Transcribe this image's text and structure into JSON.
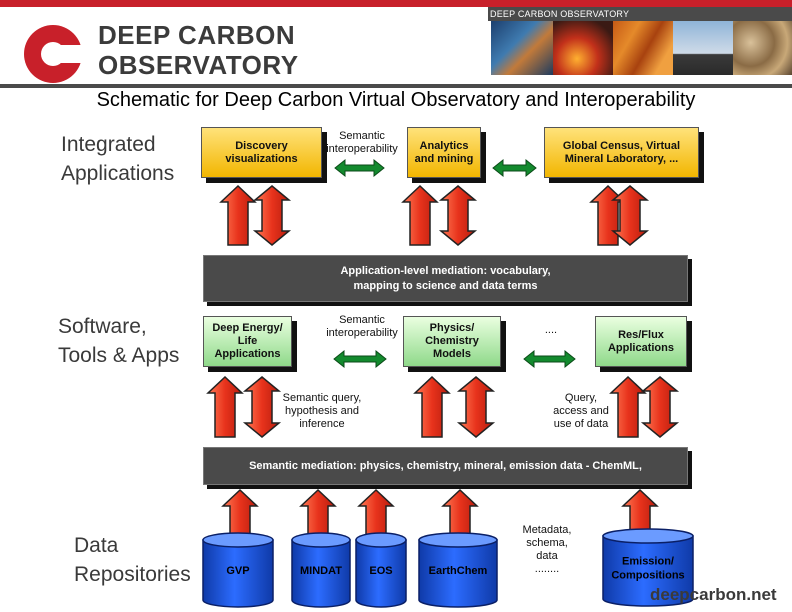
{
  "header": {
    "banner_text": "DEEP CARBON OBSERVATORY",
    "logo_line1": "DEEP CARBON",
    "logo_line2": "OBSERVATORY",
    "brand_red": "#c8202a",
    "logo_gray": "#3b3b3b"
  },
  "title": "Schematic for Deep Carbon Virtual Observatory and Interoperability",
  "sections": {
    "integrated": [
      "Integrated",
      "Applications"
    ],
    "software": [
      "Software,",
      "Tools & Apps"
    ],
    "data": [
      "Data",
      "Repositories"
    ]
  },
  "top_boxes": [
    [
      "Discovery",
      "visualizations"
    ],
    [
      "Analytics",
      "and mining"
    ],
    [
      "Global Census, Virtual",
      "Mineral Laboratory, ..."
    ]
  ],
  "semantic_interop_1": [
    "Semantic",
    "interoperability"
  ],
  "app_mediation": [
    "Application-level mediation: vocabulary,",
    "mapping to science and data terms"
  ],
  "mid_boxes": [
    [
      "Deep Energy/",
      "Life",
      "Applications"
    ],
    [
      "Physics/",
      "Chemistry",
      "Models"
    ],
    [
      "Res/Flux",
      "Applications"
    ]
  ],
  "semantic_interop_2": [
    "Semantic",
    "interoperability"
  ],
  "ellipsis": "....",
  "query_note_left": [
    "Semantic query,",
    "hypothesis and",
    "inference"
  ],
  "query_note_right": [
    "Query,",
    "access and",
    "use of data"
  ],
  "semantic_mediation": "Semantic mediation: physics, chemistry, mineral, emission data - ChemML,",
  "repositories": [
    "GVP",
    "MINDAT",
    "EOS",
    "EarthChem"
  ],
  "repo_right": [
    "Emission/",
    "Compositions"
  ],
  "metadata_note": [
    "Metadata,",
    "schema,",
    "data",
    "........"
  ],
  "footer": "deepcarbon.net",
  "colors": {
    "arrow_red": "#e8331c",
    "arrow_green": "#138a2e",
    "box_yellow": "#f6c51d",
    "box_green": "#b9f0a9",
    "bar_gray": "#4a4a4a",
    "cyl_blue": "#1a4fd8"
  }
}
